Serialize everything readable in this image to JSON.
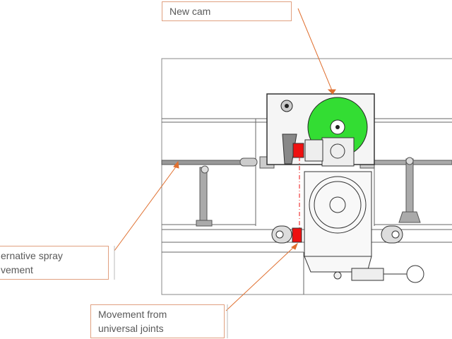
{
  "callouts": {
    "new_cam": "New cam",
    "spray_line1": "ernative spray",
    "spray_line2": "vement",
    "universal_line1": "Movement from",
    "universal_line2": "universal joints"
  },
  "colors": {
    "cam": "#33dd33",
    "highlight": "#ee1111",
    "leader": "#e07030",
    "callout_border": "#e0a080"
  }
}
